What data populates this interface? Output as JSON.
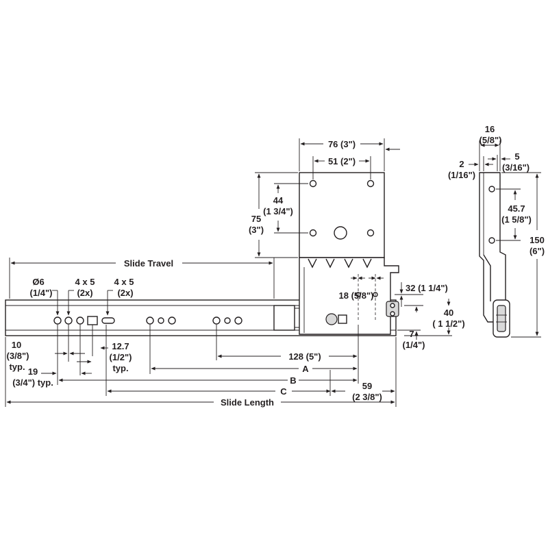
{
  "labels": {
    "slide_travel": "Slide Travel",
    "slide_length": "Slide Length",
    "hole_dia_1": "Ø6",
    "hole_dia_2": "(1/4\")",
    "slot_a_1": "4 x 5",
    "slot_a_2": "(2x)",
    "slot_b_1": "4 x 5",
    "slot_b_2": "(2x)",
    "spacing10_1": "10",
    "spacing10_2": "(3/8\")",
    "spacing10_3": "typ.",
    "spacing19_1": "19",
    "spacing19_2": "(3/4\") typ.",
    "spacing127_1": "12.7",
    "spacing127_2": "(1/2\")",
    "spacing127_3": "typ.",
    "dim128": "128 (5\")",
    "dim_a": "A",
    "dim_b": "B",
    "dim_c": "C",
    "dim59_1": "59",
    "dim59_2": "(2 3/8\")",
    "dim76": "76 (3\")",
    "dim51": "51 (2\")",
    "dim44_1": "44",
    "dim44_2": "(1 3/4\")",
    "dim75_1": "75",
    "dim75_2": "(3\")",
    "dim18": "18 (5/8\")",
    "dim32": "32 (1 1/4\")",
    "dim40_1": "40",
    "dim40_2": "( 1 1/2\")",
    "dim7_1": "7",
    "dim7_2": "(1/4\")",
    "dim16_1": "16",
    "dim16_2": "(5/8\")",
    "dim2_1": "2",
    "dim2_2": "(1/16\")",
    "dim5_1": "5",
    "dim5_2": "(3/16\")",
    "dim457_1": "45.7",
    "dim457_2": "(1 5/8\")",
    "dim150_1": "150",
    "dim150_2": "(6\")"
  }
}
